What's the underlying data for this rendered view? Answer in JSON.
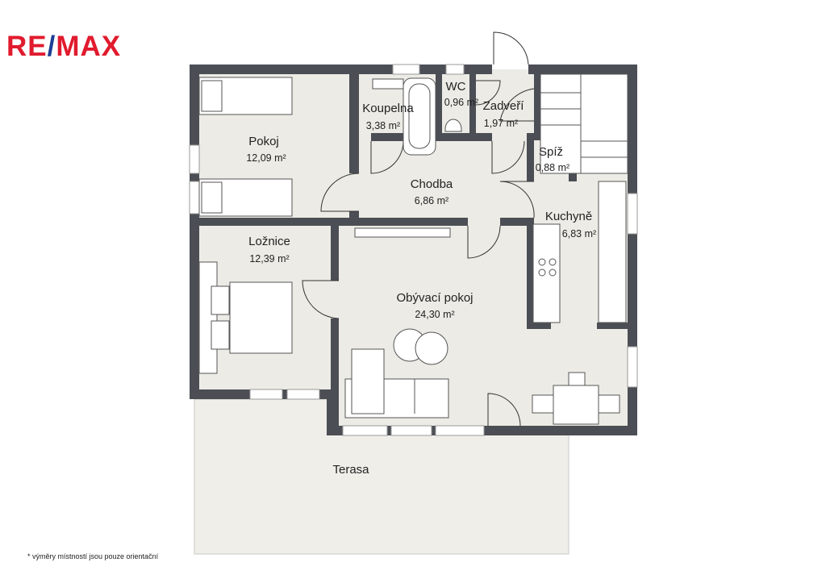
{
  "brand": {
    "logo_text": "RE/MAX",
    "logo_left": "RE",
    "logo_slash": "/",
    "logo_right": "MAX",
    "colors": {
      "red": "#e11b2e",
      "blue": "#1c3e94"
    }
  },
  "colors": {
    "wall": "#4b4e54",
    "floor": "#ecebe5",
    "terrace": "#efeee9"
  },
  "rooms": {
    "pokoj": {
      "name": "Pokoj",
      "area": "12,09 m²"
    },
    "koupelna": {
      "name": "Koupelna",
      "area": "3,38 m²"
    },
    "wc": {
      "name": "WC",
      "area": "0,96 m²"
    },
    "zadveri": {
      "name": "Zadveří",
      "area": "1,97 m²"
    },
    "spiz": {
      "name": "Spíž",
      "area": "0,88 m²"
    },
    "chodba": {
      "name": "Chodba",
      "area": "6,86 m²"
    },
    "kuchyne": {
      "name": "Kuchyně",
      "area": "6,83 m²"
    },
    "loznice": {
      "name": "Ložnice",
      "area": "12,39 m²"
    },
    "obyvaci": {
      "name": "Obývací pokoj",
      "area": "24,30 m²"
    },
    "terasa": {
      "name": "Terasa"
    }
  },
  "footnote": "*  výměry místností jsou pouze orientační"
}
